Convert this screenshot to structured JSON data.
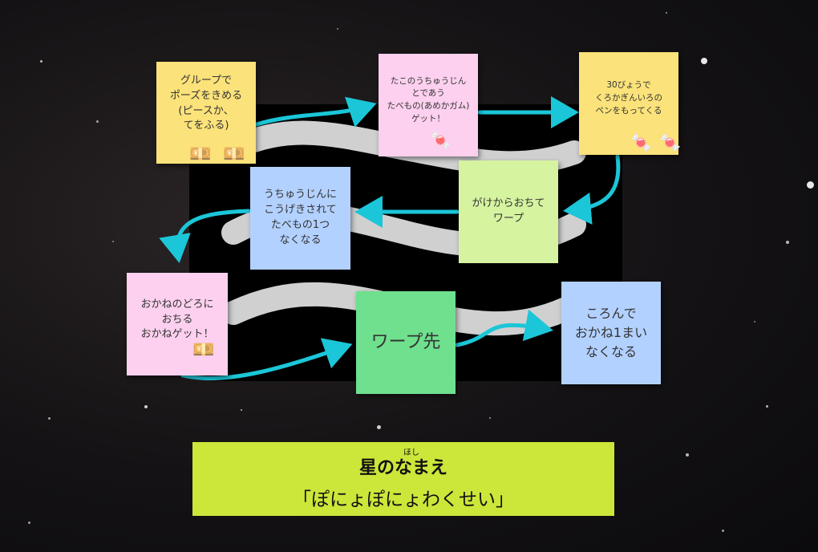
{
  "notes": {
    "group_pose": "グループで\nポーズをきめる\n(ピースか、\nてをふる)",
    "octopus": "たこのうちゅうじん\nとであう\nたべもの(あめかガム)\nゲット！",
    "pen": "30びょうで\nくろかぎんいろの\nペンをもってくる",
    "alien_attack": "うちゅうじんに\nこうげきされて\nたべもの1つ\nなくなる",
    "cliff_warp": "がけからおちて\nワープ",
    "mud_money": "おかねのどろに\nおちる\nおかねゲット！",
    "warp_dest": "ワープ先",
    "fall_lose": "ころんで\nおかね1まい\nなくなる"
  },
  "title": {
    "ruby": "ほし",
    "main": "星のなまえ",
    "sub": "「ぽにょぽにょわくせい」"
  },
  "icons": {
    "money": "money-bag-icon",
    "candy": "candy-icon"
  },
  "colors": {
    "arrow": "#1bc6d8",
    "title_bg": "#cde63a"
  }
}
